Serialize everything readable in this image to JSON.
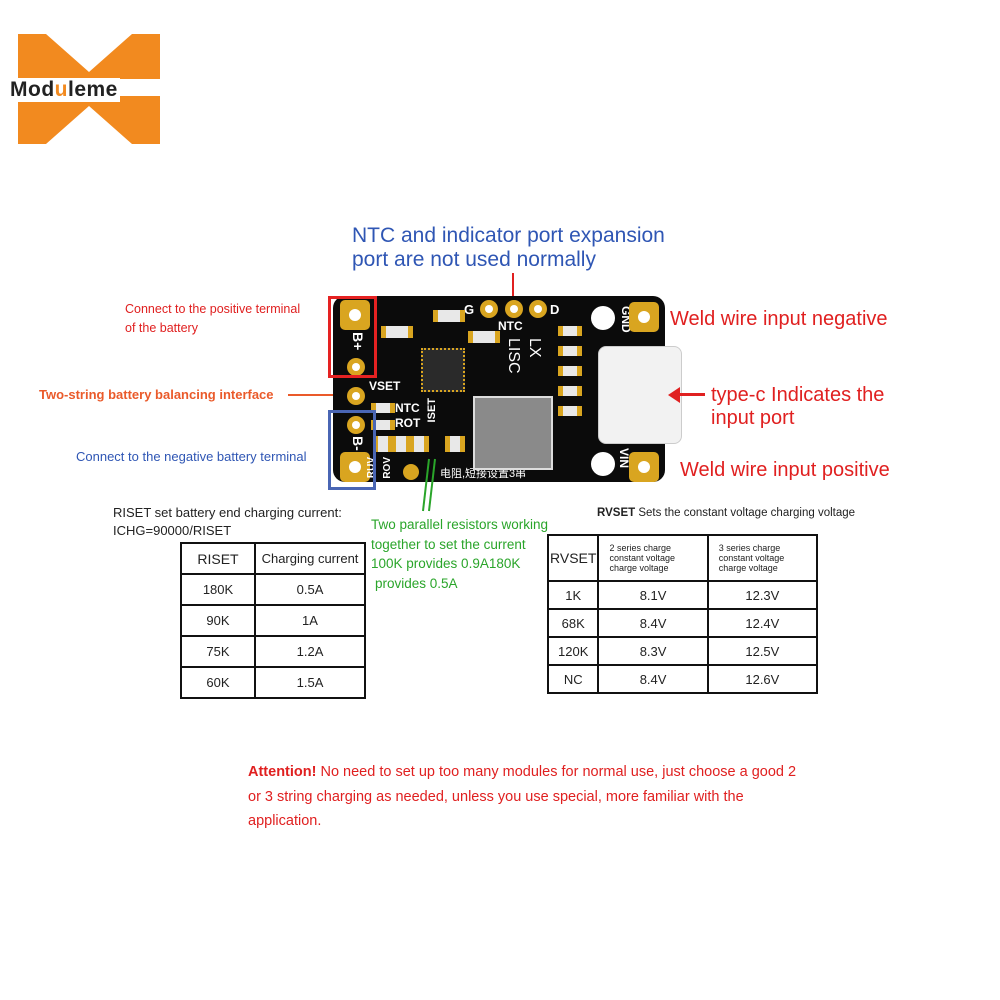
{
  "logo": {
    "text_pre": "Mod",
    "text_accent": "u",
    "text_post": "leme",
    "color": "#f28a1f"
  },
  "header_note": {
    "line1": "NTC and indicator port expansion",
    "line2": "port are not used normally"
  },
  "left_labels": {
    "positive": {
      "line1": "Connect to the positive terminal",
      "line2": "of the battery"
    },
    "balance": "Two-string battery balancing interface",
    "negative": "Connect to the negative battery terminal"
  },
  "right_labels": {
    "gnd": "Weld wire input negative",
    "typec": {
      "line1": "type-c Indicates the",
      "line2": "input port"
    },
    "vin": "Weld wire input positive"
  },
  "board": {
    "b_plus": "B+",
    "b_minus": "B-",
    "vset": "VSET",
    "ntc": "NTC",
    "rot": "ROT",
    "iset": "ISET",
    "ruv": "RUV",
    "rov": "ROV",
    "g": "G",
    "ntc_top": "NTC",
    "d": "D",
    "lx": "LX",
    "lisc": "LISC",
    "gnd": "GND",
    "vin": "VIN",
    "chinese": "电阻,短接设置3串"
  },
  "riset": {
    "title": "RISET set battery end charging current:",
    "formula": "ICHG=90000/RISET",
    "headers": [
      "RISET",
      "Charging current"
    ],
    "rows": [
      [
        "180K",
        "0.5A"
      ],
      [
        "90K",
        "1A"
      ],
      [
        "75K",
        "1.2A"
      ],
      [
        "60K",
        "1.5A"
      ]
    ]
  },
  "parallel_note": {
    "line1": "Two parallel resistors working",
    "line2": "together to set the current",
    "line3": "100K provides 0.9A180K",
    "line4": "provides 0.5A"
  },
  "rvset": {
    "title_bold": "RVSET",
    "title_rest": " Sets the constant voltage charging voltage",
    "headers": [
      "RVSET",
      "2 series charge constant voltage charge voltage",
      "3 series charge constant voltage charge voltage"
    ],
    "rows": [
      [
        "1K",
        "8.1V",
        "12.3V"
      ],
      [
        "68K",
        "8.4V",
        "12.4V"
      ],
      [
        "120K",
        "8.3V",
        "12.5V"
      ],
      [
        "NC",
        "8.4V",
        "12.6V"
      ]
    ]
  },
  "attention": {
    "label": "Attention!",
    "text": " No need to set up too many modules for normal use, just choose a good 2 or 3 string charging as needed, unless you use special, more familiar with the application."
  }
}
